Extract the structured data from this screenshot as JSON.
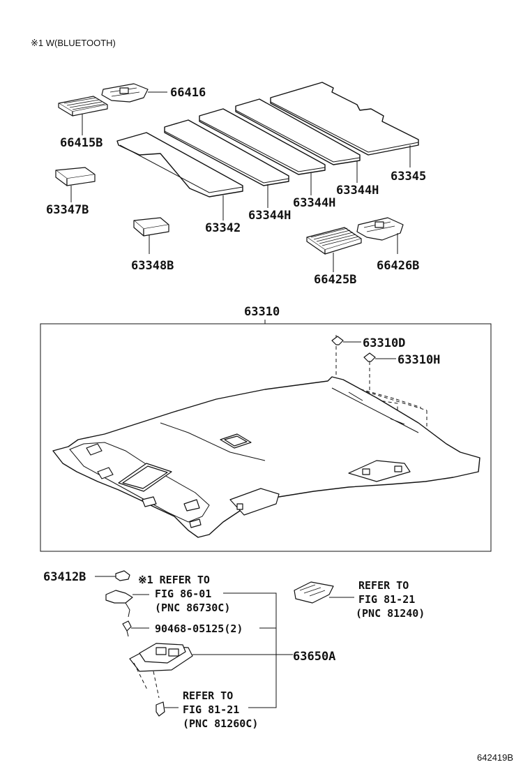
{
  "header_note": "※1  W(BLUETOOTH)",
  "footer_code": "642419B",
  "parts": {
    "p66416": "66416",
    "p66415B": "66415B",
    "p63347B": "63347B",
    "p63348B": "63348B",
    "p63342": "63342",
    "p63344H_a": "63344H",
    "p63344H_b": "63344H",
    "p63344H_c": "63344H",
    "p63345": "63345",
    "p66425B": "66425B",
    "p66426B": "66426B",
    "p63310": "63310",
    "p63310D": "63310D",
    "p63310H": "63310H",
    "p63412B": "63412B",
    "p90468": "90468-05125(2)",
    "p63650A": "63650A"
  },
  "references": {
    "ref1": {
      "line1": "※1 REFER TO",
      "line2": "FIG 86-01",
      "line3": "(PNC 86730C)"
    },
    "ref2": {
      "line1": "REFER TO",
      "line2": "FIG 81-21",
      "line3": "(PNC 81240)"
    },
    "ref3": {
      "line1": "REFER TO",
      "line2": "FIG 81-21",
      "line3": "(PNC 81260C)"
    }
  }
}
